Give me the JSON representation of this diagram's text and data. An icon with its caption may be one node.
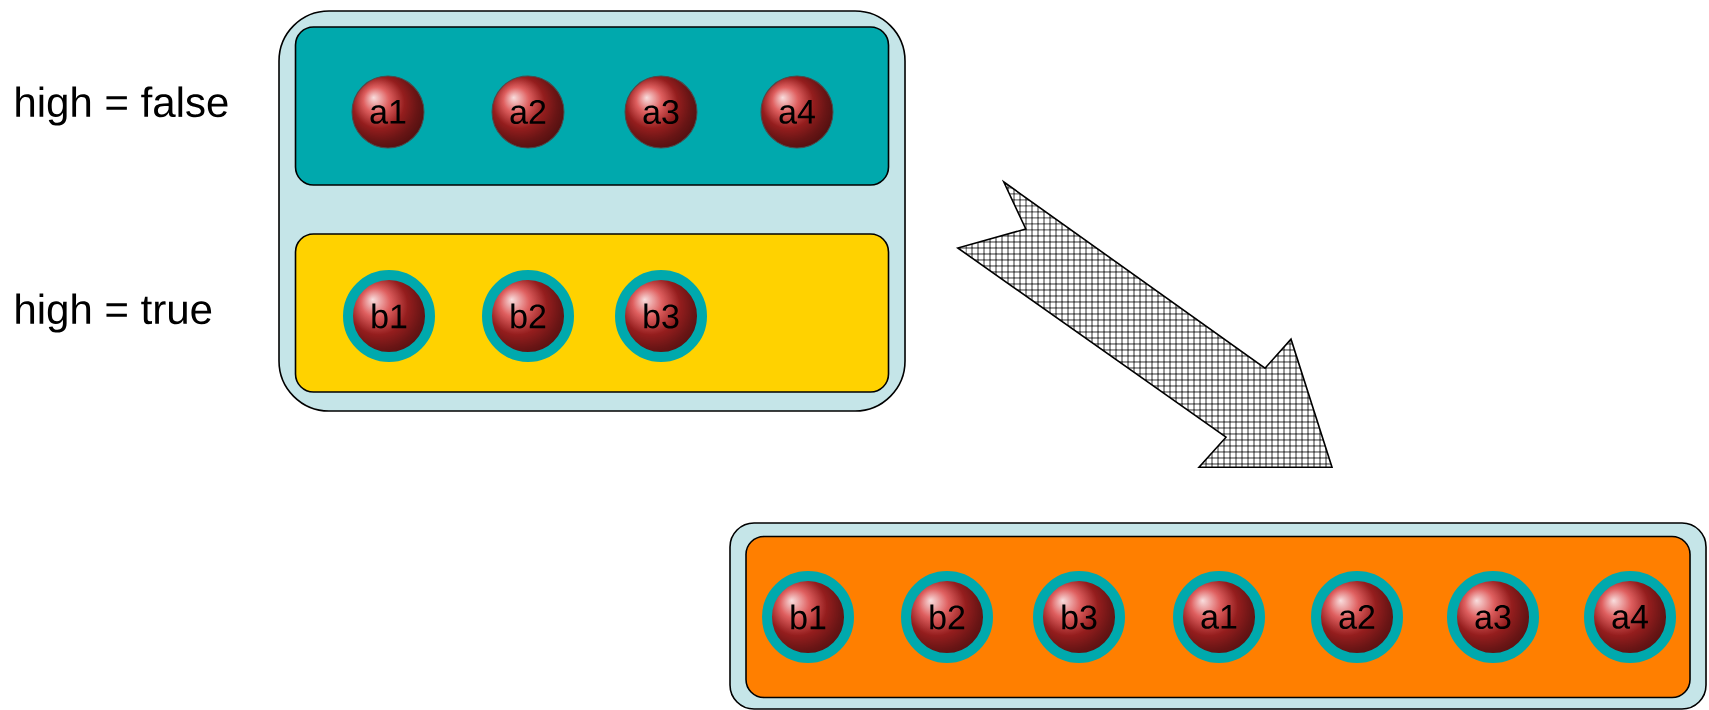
{
  "diagram": {
    "nodes": [
      {
        "text": [],
        "shape": "box"
      },
      {
        "text": [],
        "shape": "box",
        "in": 0,
        "beside": [
          "high = false"
        ]
      },
      {
        "text": [
          "a1"
        ],
        "in": 1
      },
      {
        "text": [
          "a2"
        ],
        "in": 1
      },
      {
        "text": [
          "a3"
        ],
        "in": 1
      },
      {
        "text": [
          "a4"
        ],
        "in": 1
      },
      {
        "text": [],
        "shape": "box",
        "in": 0,
        "beside": [
          "high = true"
        ]
      },
      {
        "text": [
          "b1"
        ],
        "in": 6
      },
      {
        "text": [
          "b2"
        ],
        "in": 6
      },
      {
        "text": [
          "b3"
        ],
        "in": 6
      },
      {
        "text": [],
        "shape": "box"
      },
      {
        "text": [],
        "shape": "box",
        "in": 10
      },
      {
        "text": [
          "b1"
        ],
        "in": 11
      },
      {
        "text": [
          "b2"
        ],
        "in": 11
      },
      {
        "text": [
          "b3"
        ],
        "in": 11
      },
      {
        "text": [
          "a1"
        ],
        "in": 11
      },
      {
        "text": [
          "a2"
        ],
        "in": 11
      },
      {
        "text": [
          "a3"
        ],
        "in": 11
      },
      {
        "text": [
          "a4"
        ],
        "in": 11
      }
    ],
    "edges": [
      {
        "from": 0,
        "to": 10,
        "arrow": "to"
      }
    ]
  }
}
